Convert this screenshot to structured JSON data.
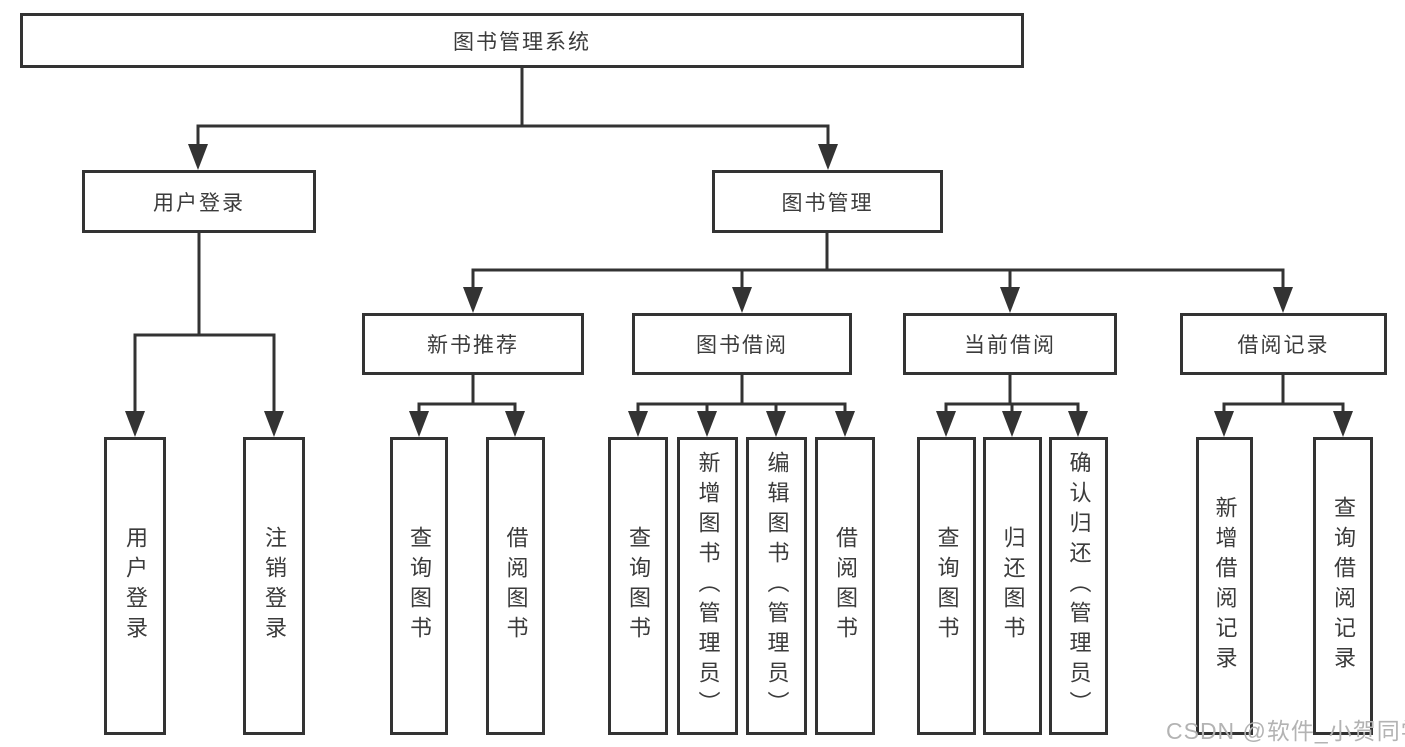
{
  "tree": {
    "root": {
      "label": "图书管理系统"
    },
    "user": {
      "label": "用户登录",
      "children": [
        "用户登录",
        "注销登录"
      ]
    },
    "mgmt": {
      "label": "图书管理"
    },
    "new_books": {
      "label": "新书推荐",
      "children": [
        "查询图书",
        "借阅图书"
      ]
    },
    "borrowing": {
      "label": "图书借阅",
      "children": [
        "查询图书",
        "新增图书（管理员）",
        "编辑图书（管理员）",
        "借阅图书"
      ]
    },
    "current": {
      "label": "当前借阅",
      "children": [
        "查询图书",
        "归还图书",
        "确认归还（管理员）"
      ]
    },
    "records": {
      "label": "借阅记录",
      "children": [
        "新增借阅记录",
        "查询借阅记录"
      ]
    }
  },
  "watermark": "CSDN @软件_小贺同学",
  "colors": {
    "line": "#333333",
    "text": "#3b3b3b",
    "watermark": "#b3b3b3",
    "background": "#ffffff"
  }
}
